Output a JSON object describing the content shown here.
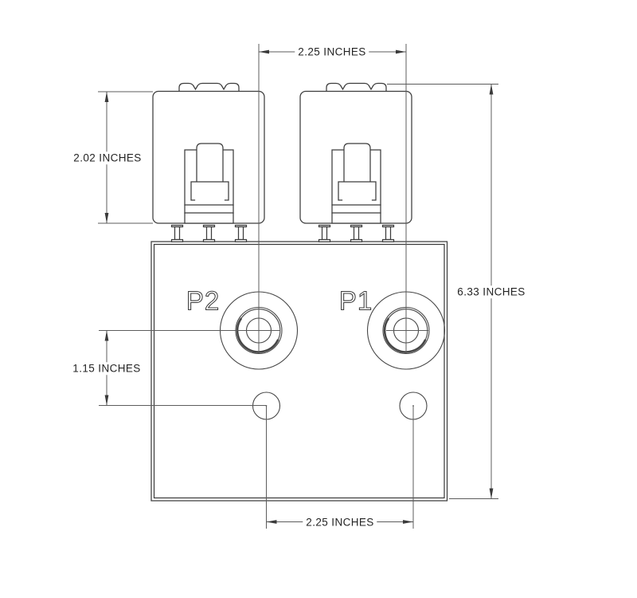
{
  "drawing": {
    "kind": "engineering-dimension-drawing",
    "ports": {
      "left": {
        "label": "P2"
      },
      "right": {
        "label": "P1"
      }
    },
    "dimensions": {
      "top_spacing": {
        "label": "2.25 INCHES",
        "value": 2.25,
        "unit": "INCHES",
        "orientation": "horizontal",
        "location": "top"
      },
      "coil_height": {
        "label": "2.02 INCHES",
        "value": 2.02,
        "unit": "INCHES",
        "orientation": "vertical",
        "location": "left-upper"
      },
      "overall_height": {
        "label": "6.33 INCHES",
        "value": 6.33,
        "unit": "INCHES",
        "orientation": "vertical",
        "location": "right"
      },
      "port_hole_offset": {
        "label": "1.15 INCHES",
        "value": 1.15,
        "unit": "INCHES",
        "orientation": "vertical",
        "location": "left-lower"
      },
      "hole_spacing": {
        "label": "2.25 INCHES",
        "value": 2.25,
        "unit": "INCHES",
        "orientation": "horizontal",
        "location": "bottom"
      }
    },
    "colors": {
      "background": "#ffffff",
      "object_lines": "#3c3c3c",
      "dimension_lines": "#5c5c5c",
      "text": "#242424"
    }
  }
}
